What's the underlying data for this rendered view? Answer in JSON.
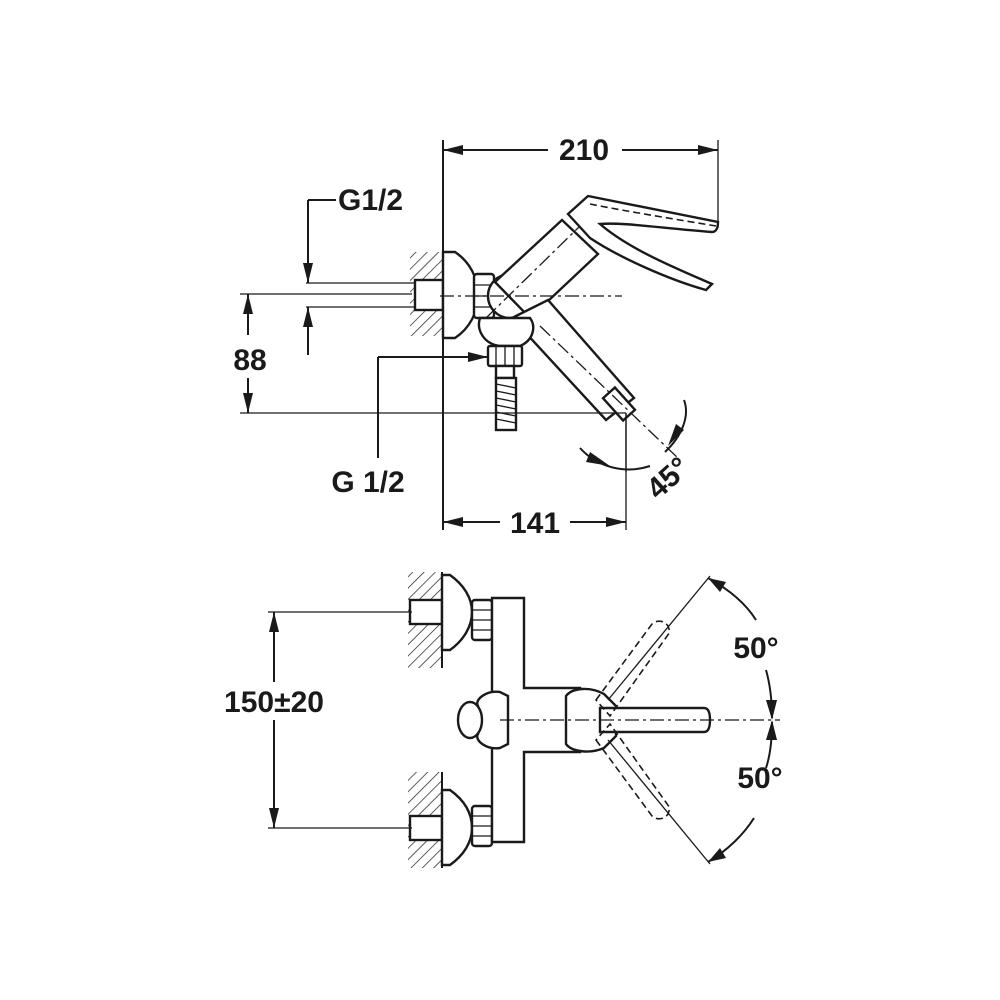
{
  "side_view": {
    "dim_width_total": "210",
    "dim_inlet_thread": "G1/2",
    "dim_height_outlet": "88",
    "dim_outlet_thread": "G 1/2",
    "dim_spout_reach": "141",
    "dim_spout_angle": "45°"
  },
  "top_view": {
    "dim_inlet_spacing": "150±20",
    "dim_swivel_angle_up": "50°",
    "dim_swivel_angle_down": "50°"
  }
}
